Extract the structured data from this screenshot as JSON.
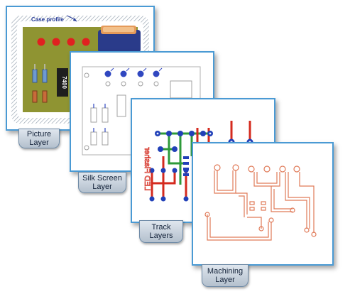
{
  "annotation": {
    "text": "Case profile"
  },
  "layers": [
    {
      "line1": "Picture",
      "line2": "Layer"
    },
    {
      "line1": "Silk Screen",
      "line2": "Layer"
    },
    {
      "line1": "Track",
      "line2": "Layers"
    },
    {
      "line1": "Machining",
      "line2": "Layer"
    }
  ],
  "picture": {
    "chip_label": "7400"
  },
  "tracks": {
    "legend_text": "LED Flasher"
  },
  "colors": {
    "frame": "#4a9ad4",
    "board": "#8f9432",
    "pad_red": "#e02020",
    "silk_blue": "#3047c0",
    "track_red": "#d42a1e",
    "track_green": "#2e9a3a",
    "track_blue": "#2140b8",
    "machining": "#e07a58",
    "tab_text": "#14233a"
  }
}
